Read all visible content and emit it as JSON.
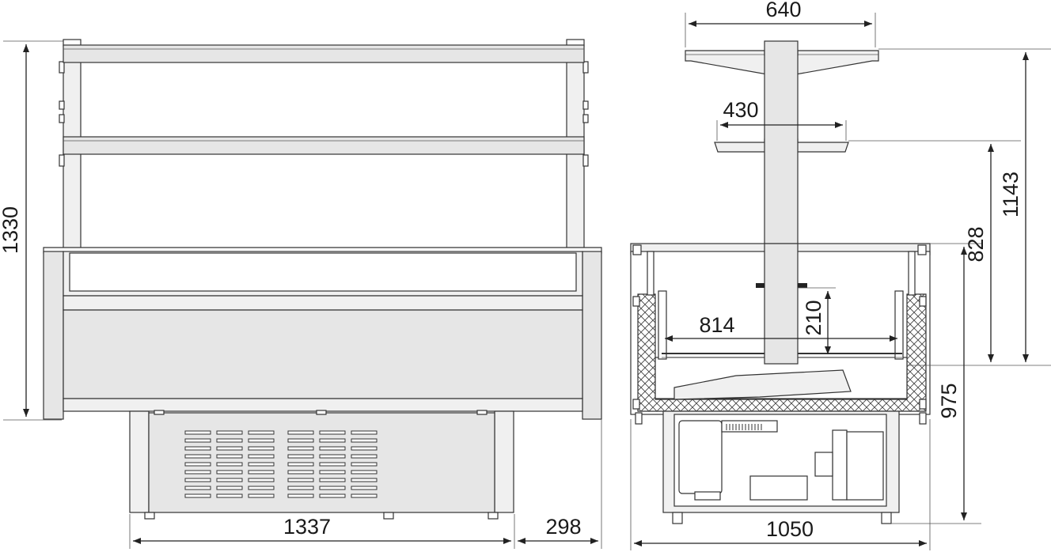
{
  "dimensions": {
    "front_height": "1330",
    "front_length": "1337",
    "front_depth_offset": "298",
    "top_shelf_width": "640",
    "mid_shelf_width": "430",
    "upper_height": "1143",
    "shelf_height": "828",
    "well_width": "814",
    "well_depth": "210",
    "counter_height": "975",
    "side_depth": "1050"
  },
  "colors": {
    "steel": "#e6e6e6",
    "outline": "#333333",
    "insulation": "#555555"
  }
}
